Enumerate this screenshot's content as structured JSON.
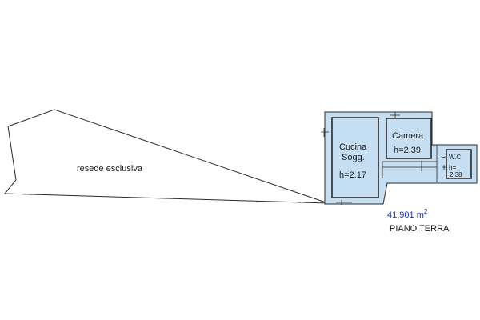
{
  "floor_plan": {
    "yard_label": "resede esclusiva",
    "rooms": [
      {
        "name": "Cucina",
        "name2": "Sogg.",
        "height": "h=2.17"
      },
      {
        "name": "Camera",
        "height": "h=2.39"
      },
      {
        "name": "W.C",
        "height_line1": "h=",
        "height_line2": "2.38"
      }
    ],
    "area": {
      "value": "41,901 m",
      "unit_sup": "2"
    },
    "floor_label": "PIANO TERRA"
  },
  "colors": {
    "room_fill": "#c6def2",
    "area_text": "#1f2fb0",
    "lines": "#2b2b2b"
  }
}
